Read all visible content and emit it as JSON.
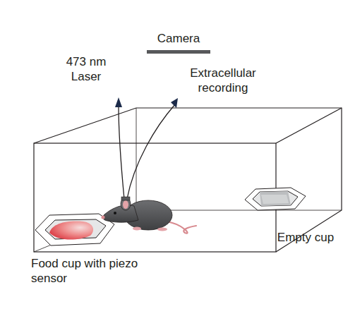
{
  "diagram": {
    "labels": [
      "Camera",
      "473 nm Laser",
      "Extracellular recording",
      "Food cup with piezo sensor",
      "Empty cup"
    ]
  }
}
